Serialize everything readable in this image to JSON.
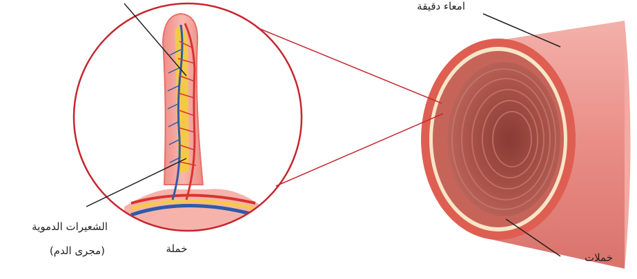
{
  "labels": {
    "small_intestine": "امعاء دقيقة",
    "capillaries_line1": "الشعيرات الدموية",
    "capillaries_line2": "(مجرى الدم)",
    "villus": "خملة",
    "villi": "خملات"
  },
  "colors": {
    "magnifier_ring": "#c4262e",
    "tube_outer": "#e88a86",
    "tube_rim": "#d84a40",
    "tube_inner": "#9e4a42",
    "capillary_red": "#d9332f",
    "capillary_blue": "#2f5aa8",
    "lymph_yellow": "#f4c94a",
    "leader_line": "#231f20"
  }
}
